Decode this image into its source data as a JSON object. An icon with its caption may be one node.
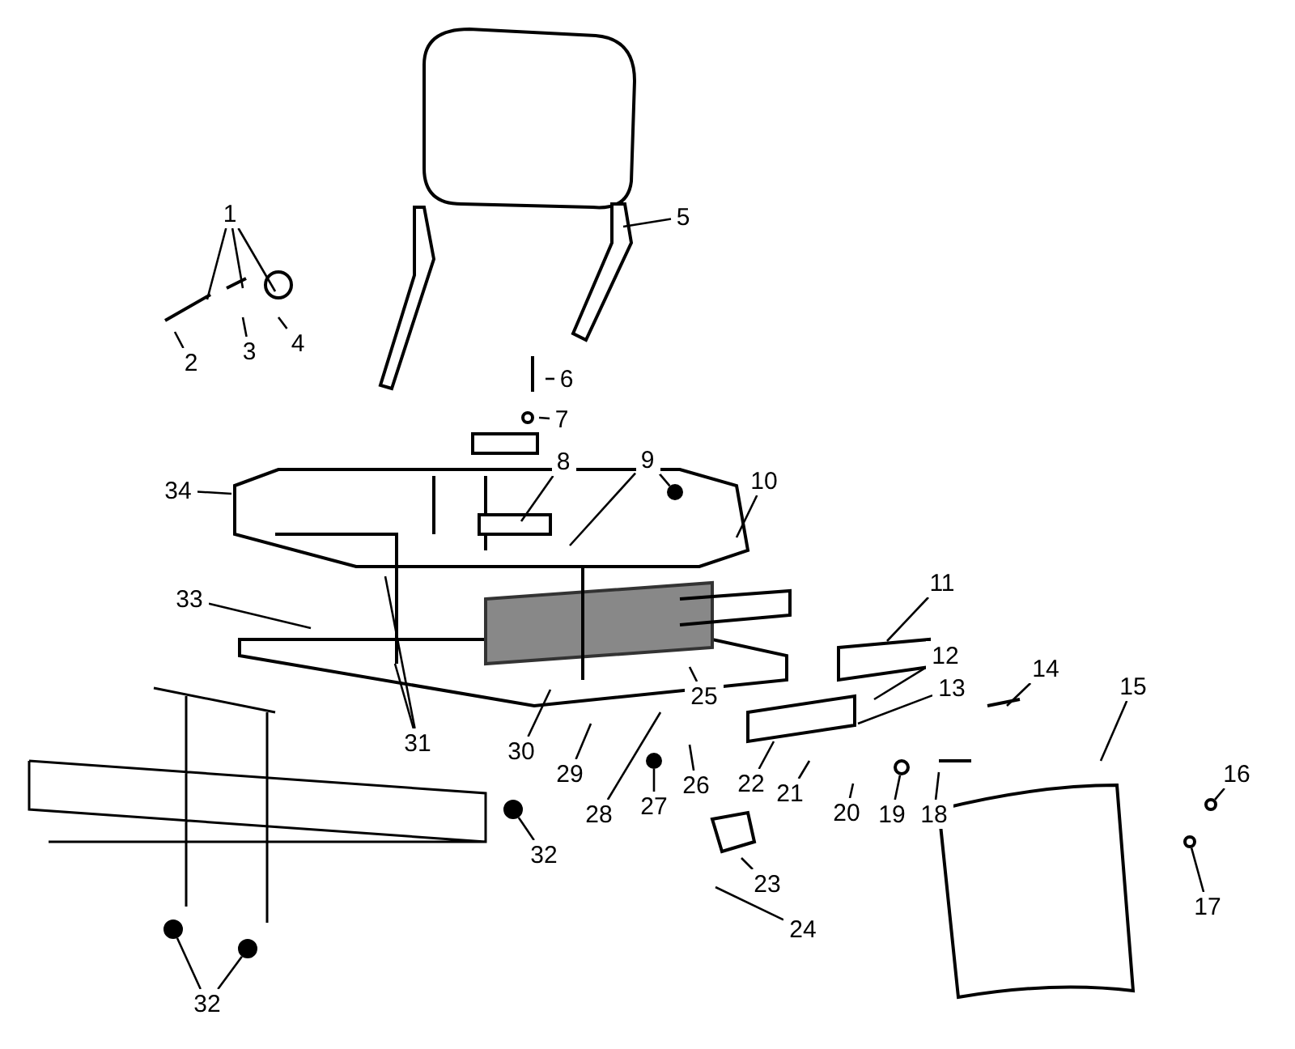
{
  "diagram": {
    "nodes": [
      {
        "text": [
          "1"
        ]
      },
      {
        "text": [
          "2"
        ]
      },
      {
        "text": [
          "3"
        ]
      },
      {
        "text": [
          "4"
        ]
      },
      {
        "text": [
          "5"
        ]
      },
      {
        "text": [
          "6"
        ]
      },
      {
        "text": [
          "7"
        ]
      },
      {
        "text": [
          "8"
        ]
      },
      {
        "text": [
          "9"
        ]
      },
      {
        "text": [
          "10"
        ]
      },
      {
        "text": [
          "11"
        ]
      },
      {
        "text": [
          "12"
        ]
      },
      {
        "text": [
          "13"
        ]
      },
      {
        "text": [
          "14"
        ]
      },
      {
        "text": [
          "15"
        ]
      },
      {
        "text": [
          "16"
        ]
      },
      {
        "text": [
          "17"
        ]
      },
      {
        "text": [
          "18"
        ]
      },
      {
        "text": [
          "19"
        ]
      },
      {
        "text": [
          "20"
        ]
      },
      {
        "text": [
          "21"
        ]
      },
      {
        "text": [
          "22"
        ]
      },
      {
        "text": [
          "23"
        ]
      },
      {
        "text": [
          "24"
        ]
      },
      {
        "text": [
          "25"
        ]
      },
      {
        "text": [
          "26"
        ]
      },
      {
        "text": [
          "27"
        ]
      },
      {
        "text": [
          "28"
        ]
      },
      {
        "text": [
          "29"
        ]
      },
      {
        "text": [
          "30"
        ]
      },
      {
        "text": [
          "31"
        ]
      },
      {
        "text": [
          "32"
        ]
      },
      {
        "text": [
          "33"
        ]
      },
      {
        "text": [
          "34"
        ]
      },
      {
        "text": [
          "32"
        ]
      },
      {
        "text": [],
        "shape": "circle"
      },
      {
        "text": [],
        "shape": "circle"
      },
      {
        "text": [],
        "shape": "circle"
      },
      {
        "text": [],
        "shape": "circle"
      },
      {
        "text": [],
        "shape": "circle"
      },
      {
        "text": [],
        "shape": "circle"
      },
      {
        "text": [],
        "shape": "circle"
      },
      {
        "text": [],
        "shape": "circle"
      }
    ],
    "edges": [
      {
        "from": 0,
        "to": null,
        "arrow": "none"
      },
      {
        "from": 0,
        "to": null,
        "arrow": "none"
      },
      {
        "from": 0,
        "to": null,
        "arrow": "none"
      },
      {
        "from": 1,
        "to": null,
        "arrow": "none"
      },
      {
        "from": 2,
        "to": null,
        "arrow": "none"
      },
      {
        "from": 3,
        "to": null,
        "arrow": "none"
      },
      {
        "from": 4,
        "to": null,
        "arrow": "none"
      },
      {
        "from": 5,
        "to": null,
        "arrow": "none"
      },
      {
        "from": 6,
        "to": null,
        "arrow": "none"
      },
      {
        "from": 7,
        "to": null,
        "arrow": "none"
      },
      {
        "from": 8,
        "to": 39,
        "arrow": "none"
      },
      {
        "from": 8,
        "to": null,
        "arrow": "none"
      },
      {
        "from": 9,
        "to": null,
        "arrow": "none"
      },
      {
        "from": 10,
        "to": null,
        "arrow": "none"
      },
      {
        "from": 11,
        "to": null,
        "arrow": "none"
      },
      {
        "from": 12,
        "to": null,
        "arrow": "none"
      },
      {
        "from": 13,
        "to": null,
        "arrow": "none"
      },
      {
        "from": 14,
        "to": null,
        "arrow": "none"
      },
      {
        "from": 15,
        "to": 42,
        "arrow": "none"
      },
      {
        "from": 16,
        "to": 41,
        "arrow": "none"
      },
      {
        "from": 17,
        "to": null,
        "arrow": "none"
      },
      {
        "from": 18,
        "to": 40,
        "arrow": "none"
      },
      {
        "from": 19,
        "to": null,
        "arrow": "none"
      },
      {
        "from": 20,
        "to": null,
        "arrow": "none"
      },
      {
        "from": 21,
        "to": null,
        "arrow": "none"
      },
      {
        "from": 22,
        "to": null,
        "arrow": "none"
      },
      {
        "from": 23,
        "to": null,
        "arrow": "none"
      },
      {
        "from": 24,
        "to": null,
        "arrow": "none"
      },
      {
        "from": 25,
        "to": null,
        "arrow": "none"
      },
      {
        "from": 26,
        "to": 38,
        "arrow": "none"
      },
      {
        "from": 27,
        "to": null,
        "arrow": "none"
      },
      {
        "from": 28,
        "to": null,
        "arrow": "none"
      },
      {
        "from": 29,
        "to": null,
        "arrow": "none"
      },
      {
        "from": 30,
        "to": null,
        "arrow": "none"
      },
      {
        "from": 30,
        "to": null,
        "arrow": "none"
      },
      {
        "from": 31,
        "to": 37,
        "arrow": "none"
      },
      {
        "from": 32,
        "to": null,
        "arrow": "none"
      },
      {
        "from": 33,
        "to": null,
        "arrow": "none"
      },
      {
        "from": 34,
        "to": 35,
        "arrow": "none"
      },
      {
        "from": 34,
        "to": 36,
        "arrow": "none"
      }
    ]
  }
}
